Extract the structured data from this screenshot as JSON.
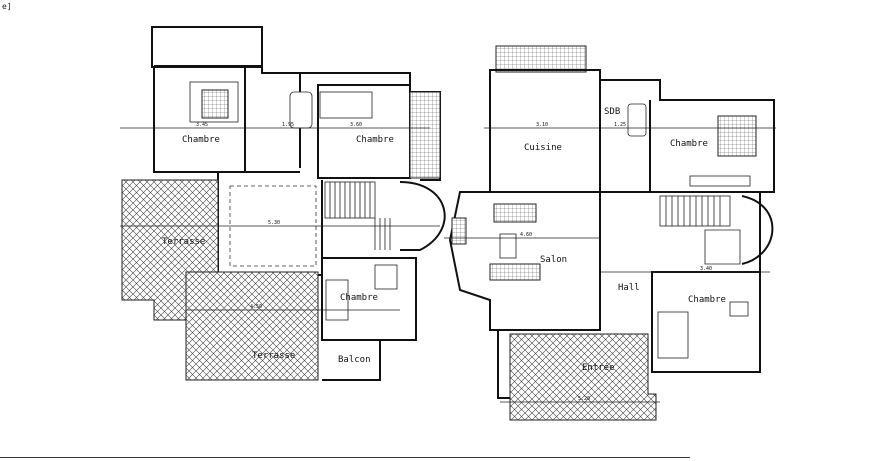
{
  "corner_label": "e]",
  "rooms": {
    "chambre_left": "Chambre",
    "chambre_mid": "Chambre",
    "chambre_small": "Chambre",
    "terrasse_top": "Terrasse",
    "terrasse_bottom": "Terrasse",
    "balcon": "Balcon",
    "cuisine": "Cuisine",
    "sdb": "SDB",
    "chambre_right": "Chambre",
    "salon": "Salon",
    "hall": "Hall",
    "chambre_lower": "Chambre",
    "entree": "Entrée"
  },
  "dimensions": {
    "d1": "3.45",
    "d2": "1.95",
    "d3": "3.60",
    "d4": "5.30",
    "d5": "4.50",
    "d6": "3.10",
    "d7": "1.25",
    "d8": "4.60",
    "d9": "3.40",
    "d10": "5.20"
  }
}
